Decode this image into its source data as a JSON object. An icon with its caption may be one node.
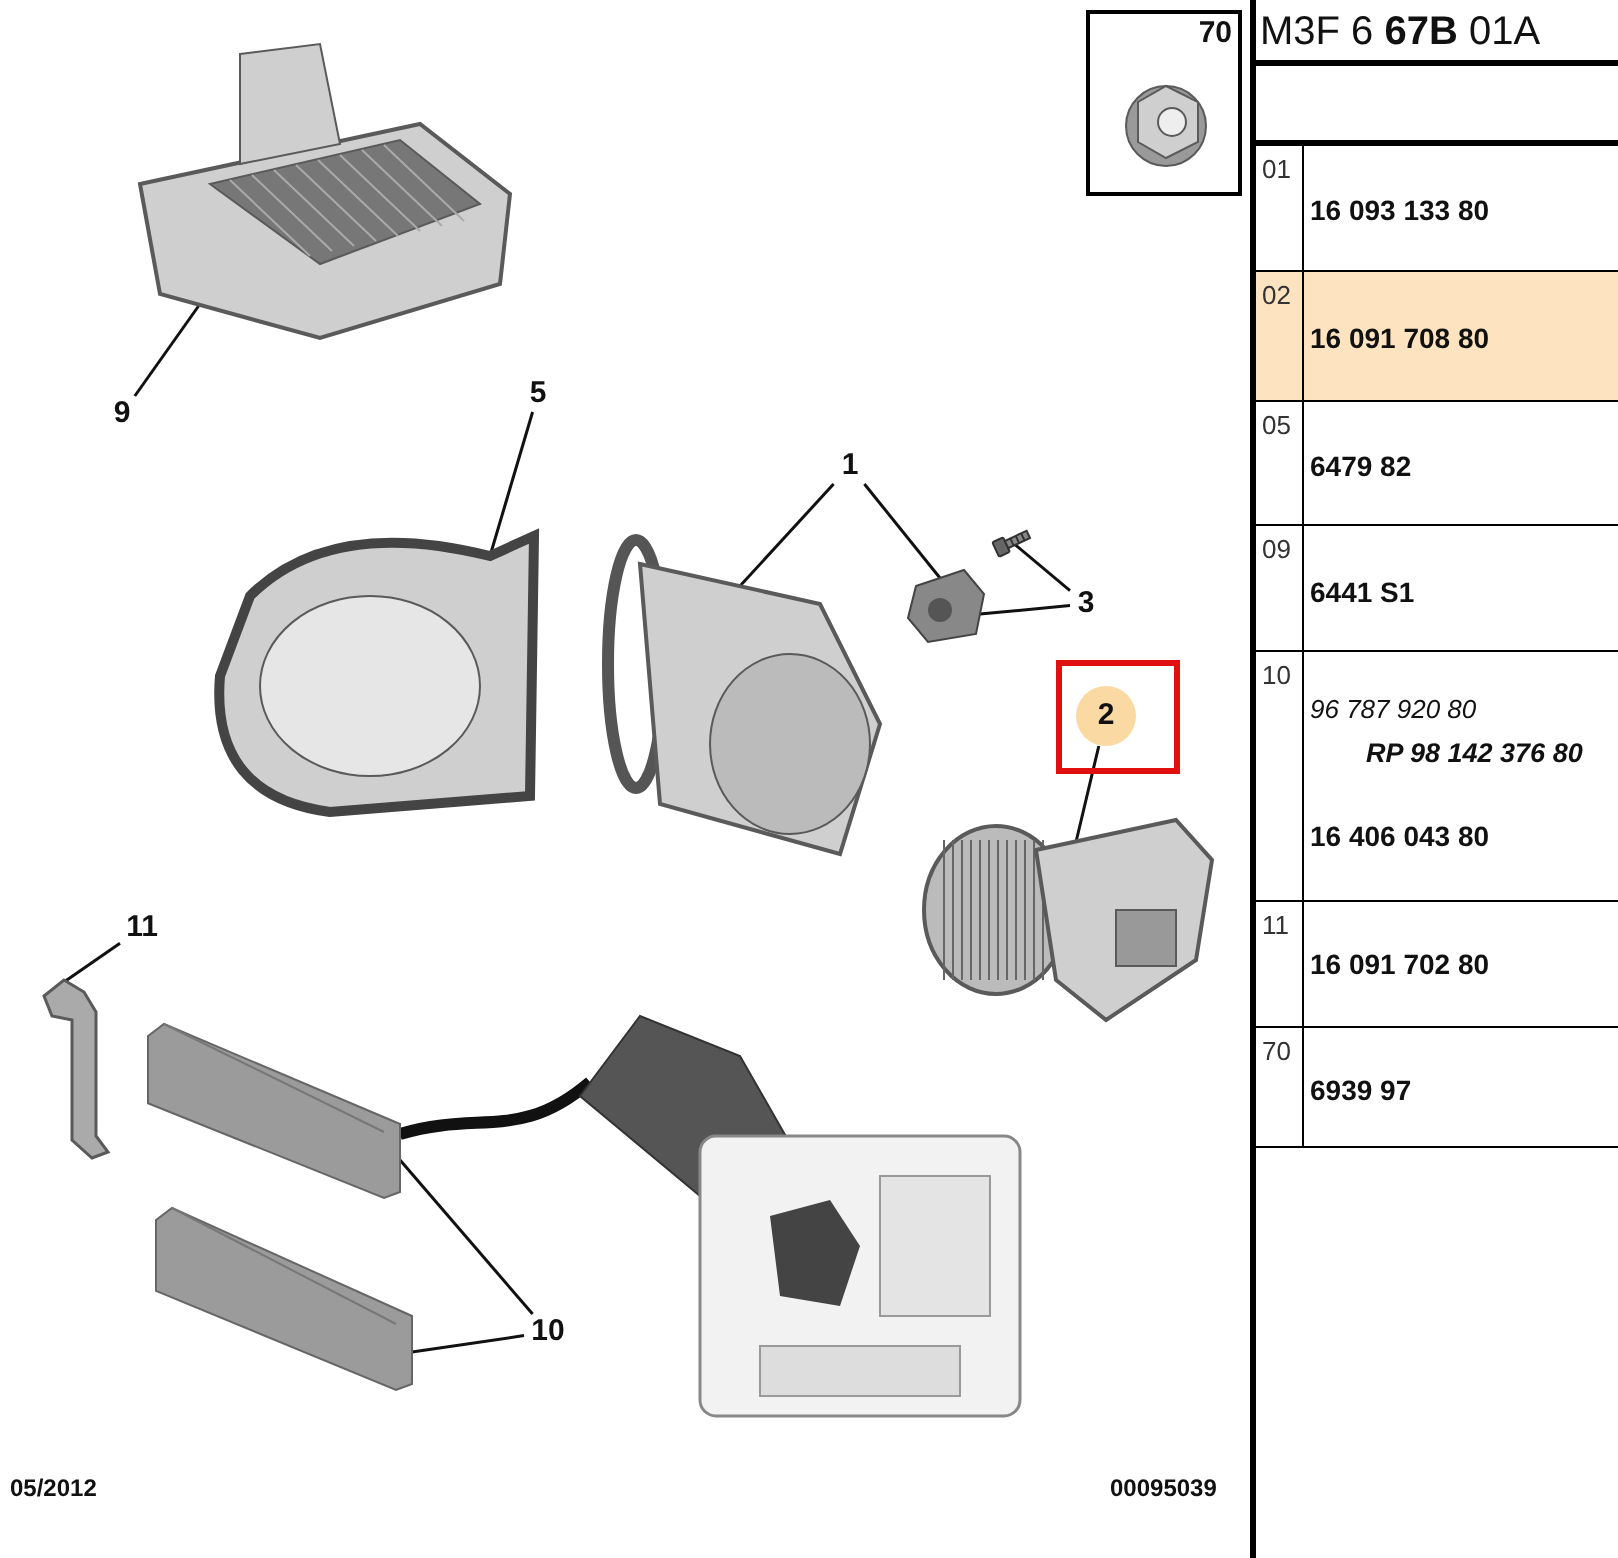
{
  "diagram": {
    "nodes": [
      {
        "text": [
          "70"
        ]
      },
      {
        "text": [],
        "shape": "picture",
        "in": 0
      },
      {
        "text": [
          "9"
        ]
      },
      {
        "text": [],
        "shape": "picture"
      },
      {
        "text": [
          "5"
        ]
      },
      {
        "text": [],
        "shape": "picture"
      },
      {
        "text": [
          "1"
        ]
      },
      {
        "text": [
          "3"
        ]
      },
      {
        "text": [],
        "shape": "picture"
      },
      {
        "text": [],
        "shape": "picture"
      },
      {
        "text": [],
        "shape": "picture"
      },
      {
        "text": [
          "2"
        ]
      },
      {
        "text": [],
        "shape": "picture"
      },
      {
        "text": [
          "11"
        ]
      },
      {
        "text": [],
        "shape": "picture"
      },
      {
        "text": [],
        "shape": "picture"
      },
      {
        "text": [],
        "shape": "picture"
      },
      {
        "text": [
          "10"
        ]
      },
      {
        "text": [],
        "shape": "picture"
      }
    ],
    "edges": [
      {
        "from": 2,
        "to": 3,
        "arrow": "none"
      },
      {
        "from": 4,
        "to": 5,
        "arrow": "none"
      },
      {
        "from": 6,
        "to": 8,
        "arrow": "none"
      },
      {
        "from": 6,
        "to": 9,
        "arrow": "none"
      },
      {
        "from": 7,
        "to": 10,
        "arrow": "none"
      },
      {
        "from": 7,
        "to": 9,
        "arrow": "none"
      },
      {
        "from": 11,
        "to": 12,
        "arrow": "none"
      },
      {
        "from": 13,
        "to": 14,
        "arrow": "none"
      },
      {
        "from": 17,
        "to": 15,
        "arrow": "none"
      },
      {
        "from": 17,
        "to": 16,
        "arrow": "none"
      },
      {
        "from": 15,
        "to": 18,
        "arrow": "none",
        "style": "thick"
      }
    ],
    "labels": [
      "M3F 6 **67B** 01A",
      "01",
      "16 093 133 80",
      "02",
      "16 091 708 80",
      "05",
      "6479 82",
      "09",
      "6441 S1",
      "10",
      "96 787 920 80",
      "RP 98 142 376 80",
      "16 406 043 80",
      "11",
      "16 091 702 80",
      "70",
      "6939 97",
      "05/2012",
      "00095039"
    ]
  }
}
